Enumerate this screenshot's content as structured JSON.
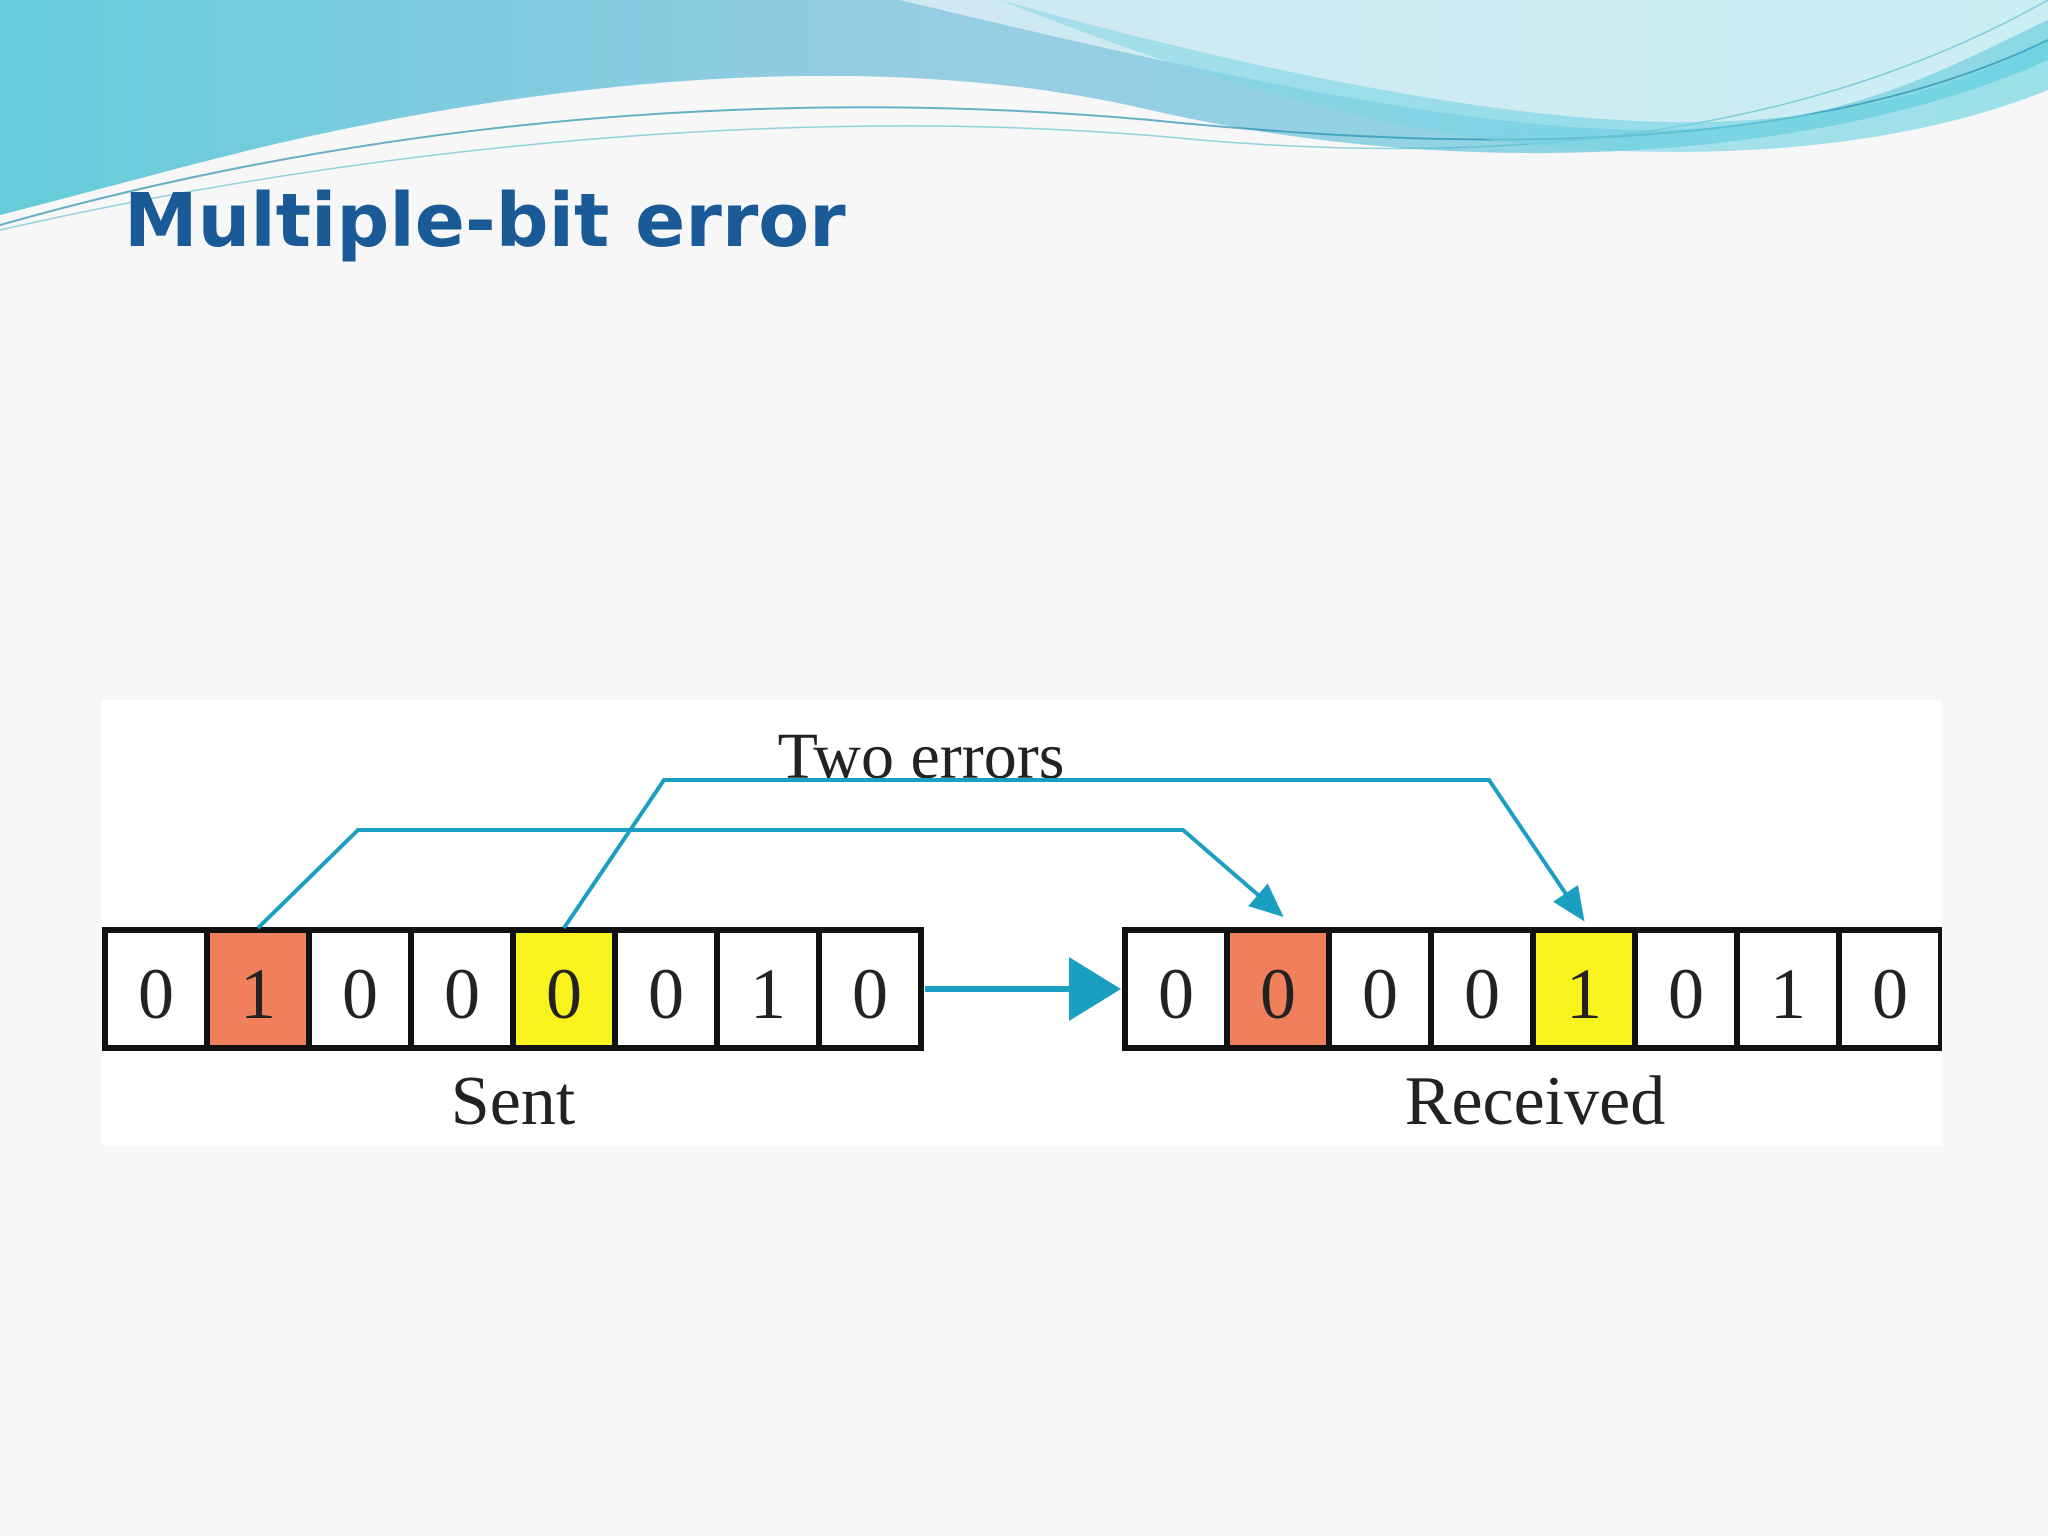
{
  "title": "Multiple-bit error",
  "diagram": {
    "caption": "Two errors",
    "sent": {
      "label": "Sent",
      "bits": [
        "0",
        "1",
        "0",
        "0",
        "0",
        "0",
        "1",
        "0"
      ]
    },
    "received": {
      "label": "Received",
      "bits": [
        "0",
        "0",
        "0",
        "0",
        "1",
        "0",
        "1",
        "0"
      ]
    },
    "errors": [
      {
        "index": 1,
        "color": "#f07f5c"
      },
      {
        "index": 4,
        "color": "#f8f21d"
      }
    ],
    "arrow_color": "#1a9fc0"
  }
}
